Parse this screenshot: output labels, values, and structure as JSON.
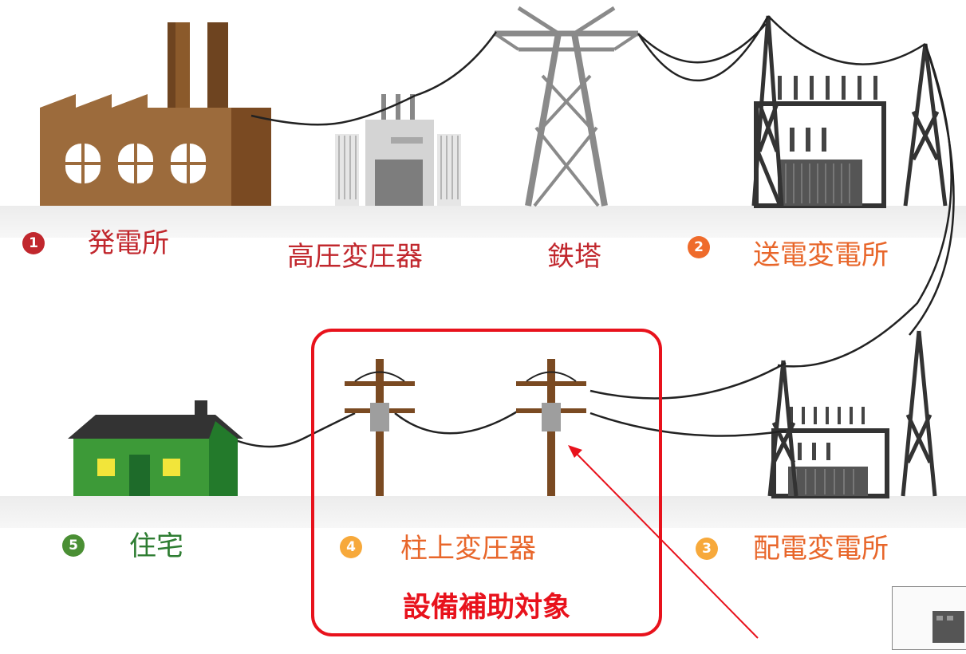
{
  "stages": [
    {
      "number": "1",
      "label": "発電所",
      "color": "#c1272d"
    },
    {
      "number": "",
      "label": "高圧変圧器",
      "color": "#c1272d"
    },
    {
      "number": "",
      "label": "鉄塔",
      "color": "#c1272d"
    },
    {
      "number": "2",
      "label": "送電変電所",
      "color": "#e8662a"
    },
    {
      "number": "3",
      "label": "配電変電所",
      "color": "#e8662a"
    },
    {
      "number": "4",
      "label": "柱上変圧器",
      "color": "#e8662a"
    },
    {
      "number": "5",
      "label": "住宅",
      "color": "#2e7d32"
    }
  ],
  "badge_colors": {
    "1": "#c1272d",
    "2": "#ef6b2b",
    "3": "#f7a93b",
    "4": "#f7a93b",
    "5": "#4a8f34"
  },
  "highlight": {
    "label": "設備補助対象",
    "color": "#e8121c"
  }
}
